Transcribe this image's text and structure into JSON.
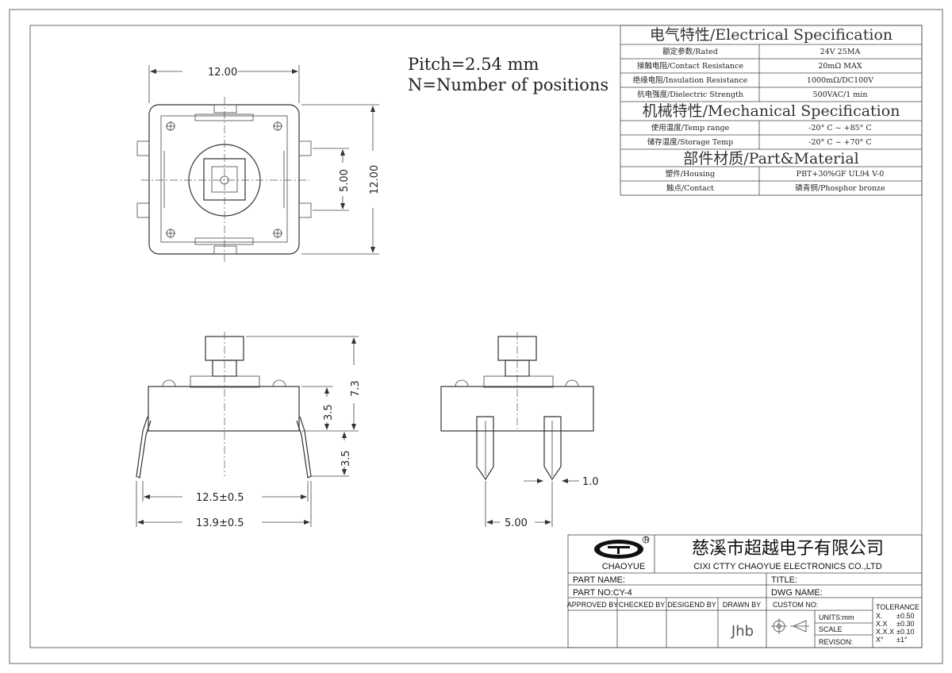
{
  "notes": {
    "pitch": "Pitch=2.54 mm",
    "positions": "N=Number of positions"
  },
  "dimensions": {
    "top_width": "12.00",
    "top_height": "12.00",
    "pin_spacing": "5.00",
    "body_height": "3.5",
    "total_height": "7.3",
    "lead_length": "3.5",
    "inner_span": "12.5±0.5",
    "outer_span": "13.9±0.5",
    "side_pin_spacing": "5.00",
    "lead_thickness": "1.0"
  },
  "spec_table": {
    "electrical_title": "电气特性/Electrical Specification",
    "electrical_rows": [
      {
        "label": "额定参数/Rated",
        "value": "24V 25MA"
      },
      {
        "label": "接触电阻/Contact Resistance",
        "value": "20mΩ MAX"
      },
      {
        "label": "绝缘电阻/Insulation Resistance",
        "value": "1000mΩ/DC100V"
      },
      {
        "label": "抗电强度/Dielectric Strength",
        "value": "500VAC/1 min"
      }
    ],
    "mechanical_title": "机械特性/Mechanical Specification",
    "mechanical_rows": [
      {
        "label": "使用温度/Temp range",
        "value": "-20° C ~ +85° C"
      },
      {
        "label": "储存温度/Storage Temp",
        "value": "-20° C ~ +70° C"
      }
    ],
    "material_title": "部件材质/Part&Material",
    "material_rows": [
      {
        "label": "塑件/Housing",
        "value": "PBT+30%GF  UL94  V-0"
      },
      {
        "label": "触点/Contact",
        "value": "磷青铜/Phosphor bronze"
      }
    ]
  },
  "title_block": {
    "brand": "CHAOYUE",
    "company_cn": "慈溪市超越电子有限公司",
    "company_en": "CIXI CTTY CHAOYUE ELECTRONICS CO.,LTD",
    "part_name_label": "PART NAME:",
    "title_label": "TITLE:",
    "part_no_label": "PART NO:CY-4",
    "dwg_name_label": "DWG NAME:",
    "approved_by": "APPROVED BY",
    "checked_by": "CHECKED BY",
    "designed_by": "DESIGEND BY",
    "drawn_by": "DRAWN BY",
    "custom_no": "CUSTOM NO:",
    "units": "UNITS:mm",
    "scale": "SCALE",
    "revision": "REVISON:",
    "drawn_sign": "Jhb",
    "tolerance_title": "TOLERANCE",
    "tolerance_rows": [
      {
        "k": "X.",
        "v": "±0.50"
      },
      {
        "k": "X.X",
        "v": "±0.30"
      },
      {
        "k": "X.X.X",
        "v": "±0.10"
      },
      {
        "k": "X°",
        "v": "±1°"
      }
    ]
  }
}
